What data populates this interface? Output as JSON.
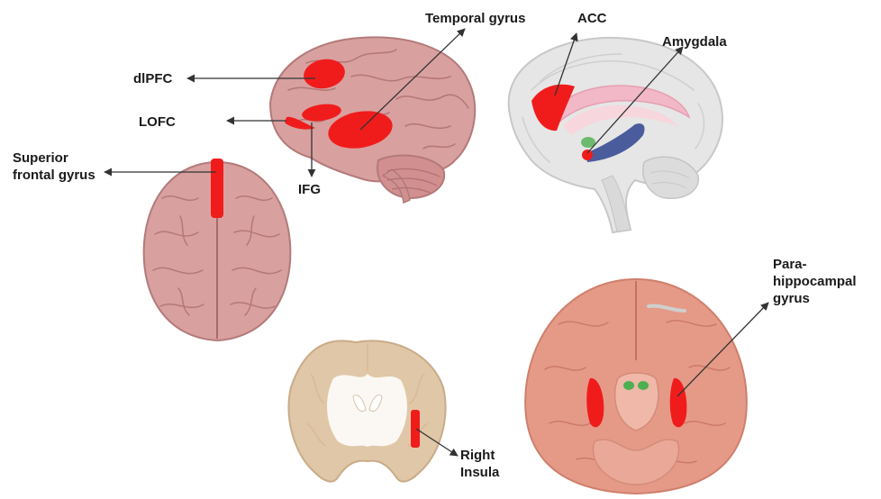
{
  "labels": {
    "temporal_gyrus": "Temporal gyrus",
    "acc": "ACC",
    "amygdala": "Amygdala",
    "dlpfc": "dlPFC",
    "lofc": "LOFC",
    "ifg": "IFG",
    "superior_frontal_gyrus": "Superior\nfrontal gyrus",
    "parahippocampal_gyrus": "Para-\nhippocampal\ngyrus",
    "right_insula": "Right\nInsula"
  },
  "colors": {
    "highlight": "#f01c1c",
    "brain_pink": "#d9a0a0",
    "brain_outline": "#b37a7a",
    "medial_gray": "#e4e4e4",
    "coronal_tan": "#e0c7a8",
    "ventral_salmon": "#e59a88",
    "arrow": "#333333",
    "hippocampus_blue": "#4a5c9c",
    "green": "#4caf50"
  }
}
